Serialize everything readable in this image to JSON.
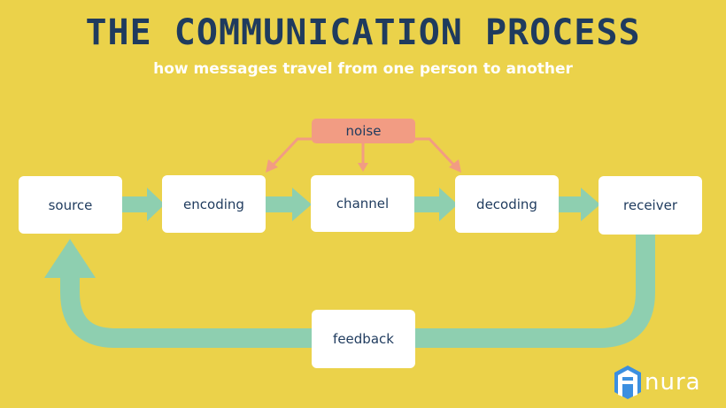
{
  "header": {
    "title": "THE COMMUNICATION PROCESS",
    "subtitle": "how messages travel from one person to another"
  },
  "diagram": {
    "nodes": {
      "source": "source",
      "encoding": "encoding",
      "channel": "channel",
      "decoding": "decoding",
      "receiver": "receiver",
      "feedback": "feedback",
      "noise": "noise"
    }
  },
  "logo": {
    "text": "nura"
  },
  "colors": {
    "background": "#EBD24A",
    "title": "#1F3B5E",
    "arrow": "#8ECFB0",
    "noise": "#F29C83",
    "box": "#FFFFFF"
  }
}
